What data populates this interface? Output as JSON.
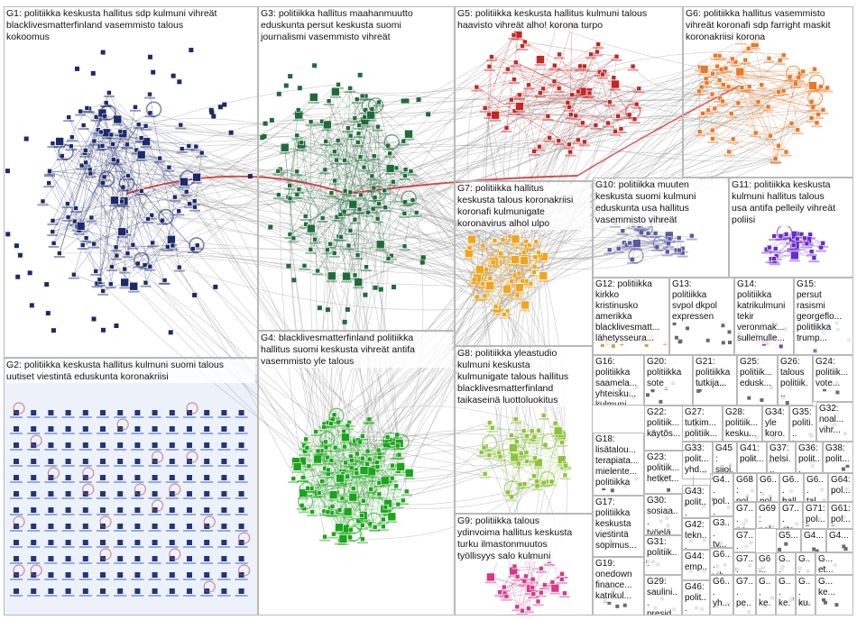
{
  "groups": [
    {
      "id": "g1",
      "text": "G1: politiikka keskusta hallitus sdp kulmuni vihreät\nblacklivesmatterfinland vasemmisto talous\nkokoomus",
      "color": "#1b2a6b"
    },
    {
      "id": "g2",
      "text": "G2: politiikka keskusta hallitus kulmuni suomi talous\nuutiset viestintä eduskunta koronakriisi",
      "color": "#6e8ed8"
    },
    {
      "id": "g3",
      "text": "G3: politiikka hallitus maahanmuutto\neduskunta persut keskusta suomi\njournalismi vasemmisto vihreät",
      "color": "#1f6b3a"
    },
    {
      "id": "g4",
      "text": "G4: blacklivesmatterfinland politiikka\nhallitus suomi keskusta vihreät antifa\nvasemmisto yle talous",
      "color": "#1aa51a"
    },
    {
      "id": "g5",
      "text": "G5: politiikka keskusta hallitus kulmuni talous\nhaavisto vihreät alho! korona turpo",
      "color": "#c42525"
    },
    {
      "id": "g6",
      "text": "G6: politiikka hallitus vasemmisto\nvihreät koronafi sdp farright maskit\nkoronakriisi korona",
      "color": "#e8782a"
    },
    {
      "id": "g7",
      "text": "G7: politiikka hallitus\nkeskusta talous koronakriisi\nkoronafi kulmunigate\nkoronavirus alhol ulpo",
      "color": "#f0a51f"
    },
    {
      "id": "g8",
      "text": "G8: politiikka yleastudio\nkulmuni keskusta\nkulmunigate talous hallitus\nblacklivesmatterfinland\ntaikaseinä luottoluokitus",
      "color": "#8cc43a"
    },
    {
      "id": "g9",
      "text": "G9: politiikka talous\nydinvoima hallitus keskusta\nturku ilmastonmuutos\ntyöllisyys salo kulmuni",
      "color": "#d43a8c"
    },
    {
      "id": "g10",
      "text": "G10: politiikka muuten\nkeskusta suomi kulmuni\neduskunta usa hallitus\nvasemmisto vihreät",
      "color": "#5a5aa0"
    },
    {
      "id": "g11",
      "text": "G11: politiikka keskusta\nkulmuni hallitus talous\nusa antifa pelleily vihreät\npoliisi",
      "color": "#6a2ad0"
    },
    {
      "id": "g12",
      "text": "G12: politiikka\nkirkko\nkristinusko\namerikka\nblacklivesmatt...\nlähetysseura...",
      "color": "#7a7a7a"
    },
    {
      "id": "g13",
      "text": "G13:\npolitiikka\nsvpol dkpol\nexpressen",
      "color": "#7a7a7a"
    },
    {
      "id": "g14",
      "text": "G14:\npolitiikka\nkatrikulmuni\ntekir\nveronmak...\nsullemulle...",
      "color": "#7a7a7a"
    },
    {
      "id": "g15",
      "text": "G15:\npersut\nrasismi\ngeorgeflo...\npolitiikka\ntrump...",
      "color": "#7a7a7a"
    },
    {
      "id": "g16",
      "text": "G16:\npolitiikka\nsaamela...\nyhteisku...\nkulmuni",
      "color": "#7a7a7a"
    },
    {
      "id": "g17",
      "text": "G17:\npolitiikka\nkeskusta\nviestintä\nsopimus...",
      "color": "#7a7a7a"
    },
    {
      "id": "g18",
      "text": "G18:\nlisätalou...\nterapiata...\nmielente...\npolitiikka",
      "color": "#7a7a7a"
    },
    {
      "id": "g19",
      "text": "G19:\nonedown\nfinance...\nkatrikul...",
      "color": "#7a7a7a"
    },
    {
      "id": "g20",
      "text": "G20:\npolitiikka\nsote",
      "color": "#7a7a7a"
    },
    {
      "id": "g21",
      "text": "G21:\npolitiikka\ntutkija...",
      "color": "#7a7a7a"
    },
    {
      "id": "g22",
      "text": "G22:\npolitiik...\nkäytös...",
      "color": "#7a7a7a"
    },
    {
      "id": "g23",
      "text": "G23:\npolitiik...\nhetket...",
      "color": "#7a7a7a"
    },
    {
      "id": "g24",
      "text": "G24:\npolitiik...\nvote...",
      "color": "#7a7a7a"
    },
    {
      "id": "g25",
      "text": "G25:\npolitiik...\nedusk...",
      "color": "#7a7a7a"
    },
    {
      "id": "g26",
      "text": "G26:\ntalous\npolitiik...",
      "color": "#7a7a7a"
    },
    {
      "id": "g27",
      "text": "G27:\ntutkim...\npolitiik...",
      "color": "#7a7a7a"
    },
    {
      "id": "g28",
      "text": "G28:\npolitiik...\nkesku...",
      "color": "#7a7a7a"
    },
    {
      "id": "g29",
      "text": "G29:\nsaulini...\npresid...",
      "color": "#7a7a7a"
    },
    {
      "id": "g30",
      "text": "G30:\nsosiaa...\ntyöelä...",
      "color": "#7a7a7a"
    },
    {
      "id": "g31",
      "text": "G31:\npolitiik...",
      "color": "#7a7a7a"
    },
    {
      "id": "g32",
      "text": "G32:\nnoal...\nvihr...",
      "color": "#7a7a7a"
    },
    {
      "id": "g33",
      "text": "G33:\npolit...\nyhd...",
      "color": "#7a7a7a"
    },
    {
      "id": "g34",
      "text": "G34:\nyle\nkoro...",
      "color": "#7a7a7a"
    },
    {
      "id": "g35",
      "text": "G35:\npoliti...\nkor...",
      "color": "#7a7a7a"
    },
    {
      "id": "g36",
      "text": "G36:\npolit...",
      "color": "#7a7a7a"
    },
    {
      "id": "g37",
      "text": "G37:\nhelsi...",
      "color": "#7a7a7a"
    },
    {
      "id": "g38",
      "text": "G38:\npolit...",
      "color": "#7a7a7a"
    },
    {
      "id": "g41",
      "text": "G41:\npolit...",
      "color": "#7a7a7a"
    },
    {
      "id": "g42",
      "text": "G42:\ntekn...",
      "color": "#7a7a7a"
    },
    {
      "id": "g43",
      "text": "G43:\npolit...",
      "color": "#7a7a7a"
    },
    {
      "id": "g44",
      "text": "G44:\nemp...",
      "color": "#7a7a7a"
    },
    {
      "id": "g45",
      "text": "G45:\nsijoi...",
      "color": "#7a7a7a"
    },
    {
      "id": "g46",
      "text": "G46:\npolit...",
      "color": "#7a7a7a"
    },
    {
      "id": "g4x1",
      "text": "G4...\npol...\nsu...",
      "color": "#7a7a7a"
    },
    {
      "id": "g68",
      "text": "G68:\npol...",
      "color": "#7a7a7a"
    },
    {
      "id": "g6x1",
      "text": "G6...\npol...",
      "color": "#7a7a7a"
    },
    {
      "id": "g6x2",
      "text": "G6...\nhall...",
      "color": "#7a7a7a"
    },
    {
      "id": "g6x3",
      "text": "G6...\ntal...",
      "color": "#7a7a7a"
    },
    {
      "id": "g64",
      "text": "G64:\npol...",
      "color": "#7a7a7a"
    },
    {
      "id": "g7x1",
      "text": "G7...\npe...",
      "color": "#7a7a7a"
    },
    {
      "id": "g69",
      "text": "G69:\npol...",
      "color": "#7a7a7a"
    },
    {
      "id": "g7x2",
      "text": "G7...\nsto...",
      "color": "#7a7a7a"
    },
    {
      "id": "g71",
      "text": "G71:\npol...",
      "color": "#7a7a7a"
    },
    {
      "id": "g61",
      "text": "G61:\npol...",
      "color": "#7a7a7a"
    },
    {
      "id": "g3x1",
      "text": "G3...\nty...",
      "color": "#7a7a7a"
    },
    {
      "id": "g7x3",
      "text": "G7...\npo...",
      "color": "#7a7a7a"
    },
    {
      "id": "g5x1",
      "text": "G5...",
      "color": "#7a7a7a"
    },
    {
      "id": "g4x2",
      "text": "G4...",
      "color": "#7a7a7a"
    },
    {
      "id": "g4x3",
      "text": "G4...",
      "color": "#7a7a7a"
    },
    {
      "id": "g6x4",
      "text": "G6...\nvih...",
      "color": "#7a7a7a"
    },
    {
      "id": "g7x4",
      "text": "G7...\npol...",
      "color": "#7a7a7a"
    },
    {
      "id": "g6x5",
      "text": "G6...\npo...",
      "color": "#7a7a7a"
    },
    {
      "id": "gx1",
      "text": "G...\npo...",
      "color": "#7a7a7a"
    },
    {
      "id": "gx2",
      "text": "G...\nku...",
      "color": "#7a7a7a"
    },
    {
      "id": "gx3",
      "text": "G...\net...",
      "color": "#7a7a7a"
    },
    {
      "id": "g6x6",
      "text": "G6...\nyh...",
      "color": "#7a7a7a"
    },
    {
      "id": "g7x5",
      "text": "G7...\npe...",
      "color": "#7a7a7a"
    },
    {
      "id": "gx4",
      "text": "G...\nke...",
      "color": "#7a7a7a"
    },
    {
      "id": "gx5",
      "text": "G...\nke...",
      "color": "#7a7a7a"
    },
    {
      "id": "gx6",
      "text": "G...\nku...",
      "color": "#7a7a7a"
    },
    {
      "id": "gx7",
      "text": "G...\nke...",
      "color": "#7a7a7a"
    }
  ]
}
